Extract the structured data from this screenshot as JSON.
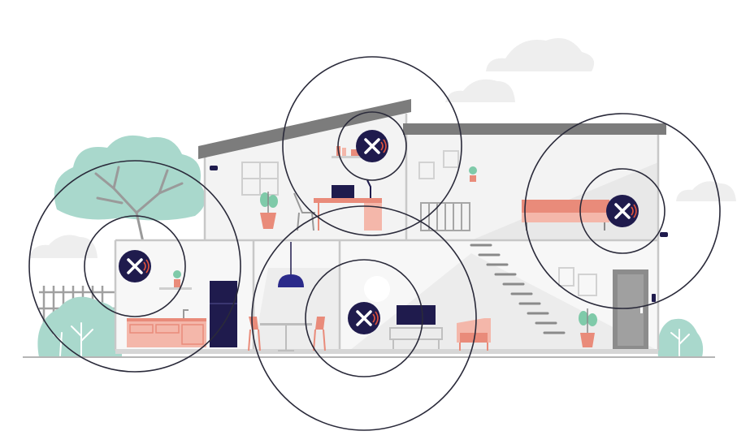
{
  "scene": {
    "colors": {
      "background": "#ffffff",
      "cloud": "#eeeeee",
      "wall": "#f1f1f1",
      "wall_shade": "#e6e6e6",
      "roof": "#7c7c7c",
      "outline": "#c9c9c9",
      "tree": "#a9d8cc",
      "branch": "#9a9a9a",
      "furniture": "#e98b7a",
      "furniture_light": "#f4b7aa",
      "navy": "#1f1b4d",
      "plant": "#7fcaa9",
      "ring": "#2a2a3a",
      "signal": "#e0533d",
      "ground": "#bdbdbd"
    },
    "nodes": [
      {
        "name": "attic-office-node",
        "icon": "extender-node-icon"
      },
      {
        "name": "kitchen-node",
        "icon": "extender-node-icon"
      },
      {
        "name": "living-room-node",
        "icon": "extender-node-icon"
      },
      {
        "name": "bedroom-node",
        "icon": "extender-node-icon"
      }
    ]
  }
}
